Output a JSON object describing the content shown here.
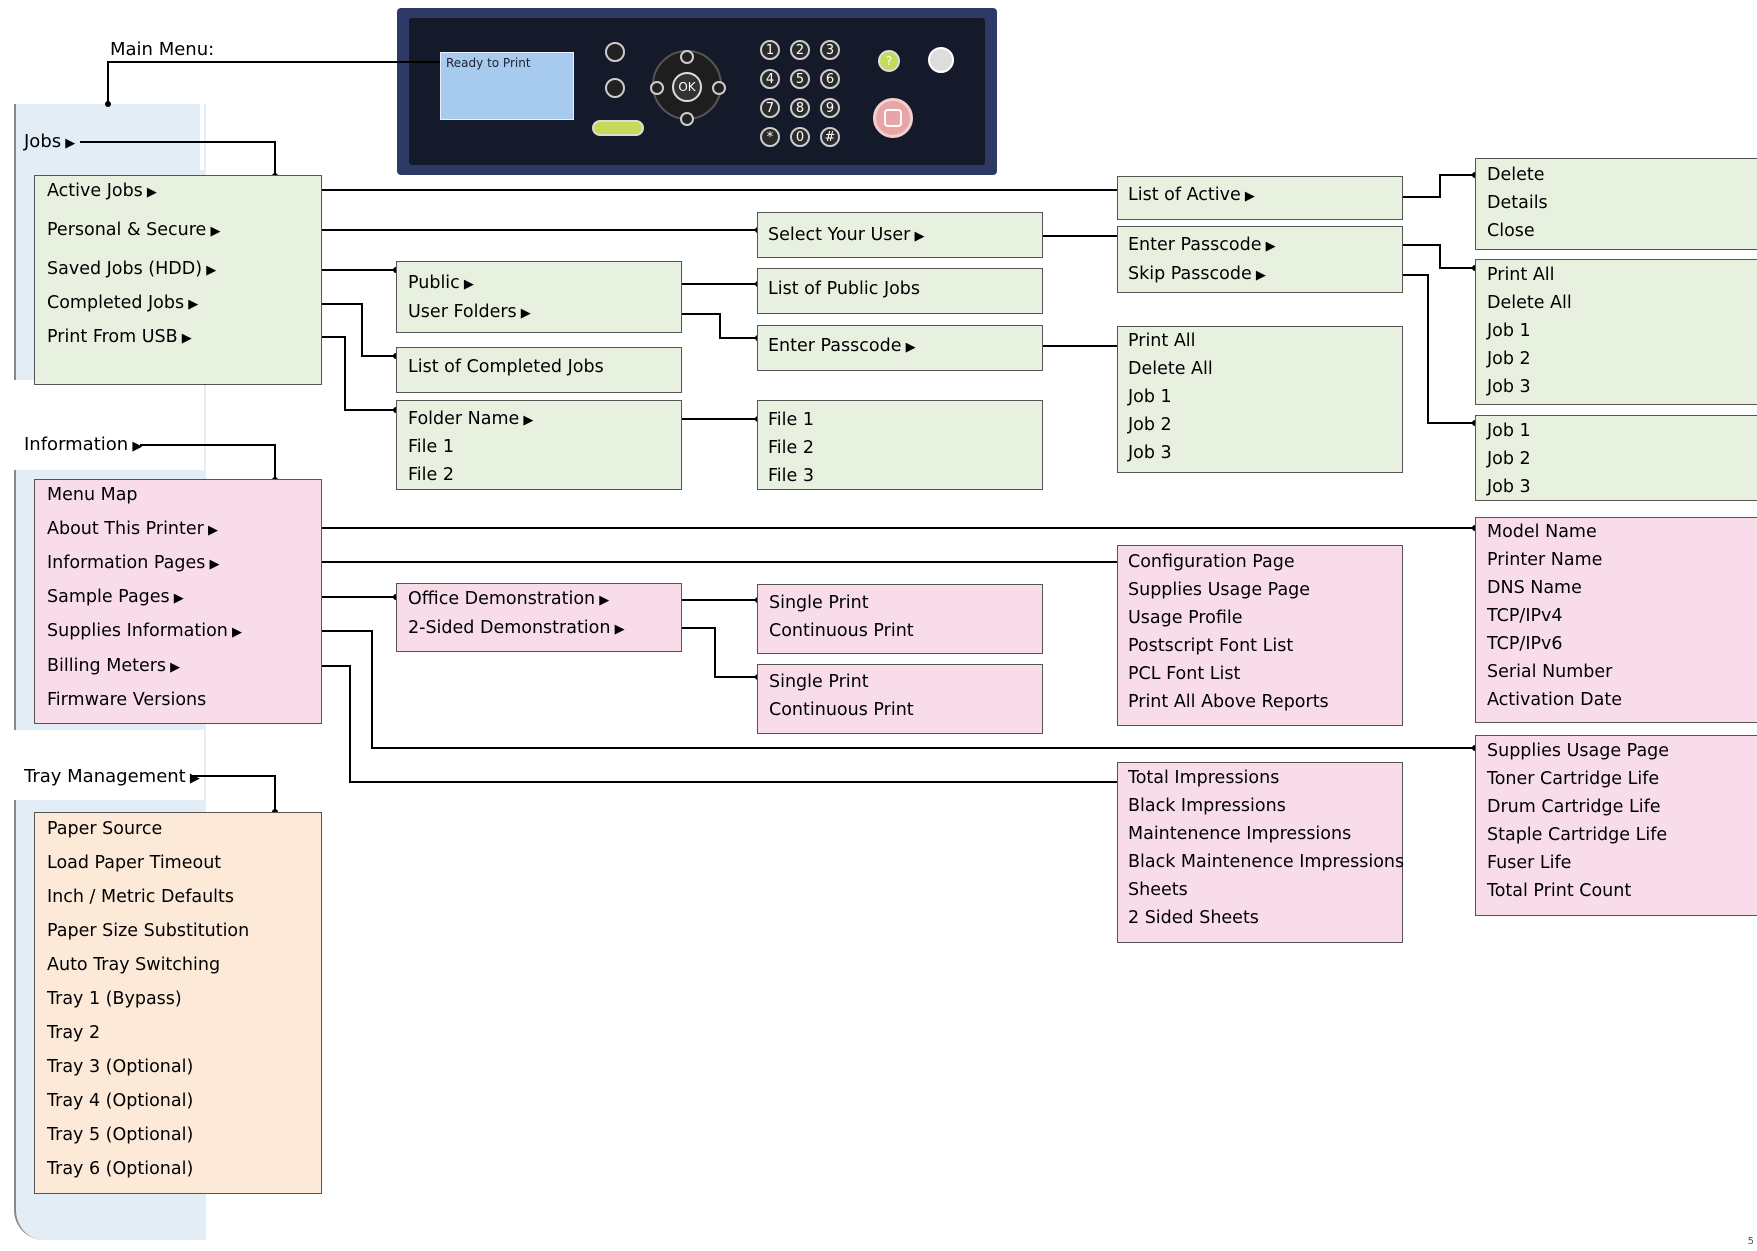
{
  "title": "Main Menu:",
  "lcd_text": "Ready to Print",
  "keypad": [
    "1",
    "2",
    "3",
    "4",
    "5",
    "6",
    "7",
    "8",
    "9",
    "*",
    "0",
    "#"
  ],
  "ok_label": "OK",
  "help_label": "?",
  "sections": {
    "jobs": "Jobs",
    "information": "Information",
    "tray": "Tray Management"
  },
  "jobs_menu": [
    "Active Jobs",
    "Personal & Secure",
    "Saved Jobs (HDD)",
    "Completed Jobs",
    "Print From USB"
  ],
  "saved_jobs_menu": [
    "Public",
    "User Folders"
  ],
  "completed_jobs_menu": [
    "List of Completed Jobs"
  ],
  "usb_menu": [
    "Folder Name",
    "File 1",
    "File 2"
  ],
  "select_user_menu": [
    "Select Your User"
  ],
  "public_jobs_menu": [
    "List of Public Jobs"
  ],
  "user_folder_passcode_menu": [
    "Enter Passcode"
  ],
  "usb_files_menu": [
    "File 1",
    "File 2",
    "File 3"
  ],
  "active_list_menu": [
    "List of Active"
  ],
  "passcode_menu": [
    "Enter Passcode",
    "Skip Passcode"
  ],
  "folder_jobs_menu": [
    "Print All",
    "Delete All",
    "Job 1",
    "Job 2",
    "Job 3"
  ],
  "active_actions_menu": [
    "Delete",
    "Details",
    "Close"
  ],
  "secure_jobs_menu": [
    "Print All",
    "Delete All",
    "Job 1",
    "Job 2",
    "Job 3"
  ],
  "skip_jobs_menu": [
    "Job 1",
    "Job 2",
    "Job 3"
  ],
  "information_menu": [
    "Menu Map",
    "About This Printer",
    "Information Pages",
    "Sample Pages",
    "Supplies Information",
    "Billing Meters",
    "Firmware Versions"
  ],
  "sample_pages_menu": [
    "Office Demonstration",
    "2-Sided Demonstration"
  ],
  "office_demo_menu": [
    "Single Print",
    "Continuous Print"
  ],
  "twosided_demo_menu": [
    "Single Print",
    "Continuous Print"
  ],
  "info_pages_menu": [
    "Configuration Page",
    "Supplies Usage Page",
    "Usage Profile",
    "Postscript Font List",
    "PCL Font List",
    "Print All Above Reports"
  ],
  "billing_meters_menu": [
    "Total Impressions",
    "Black Impressions",
    "Maintenence Impressions",
    "Black Maintenence Impressions",
    "Sheets",
    "2 Sided Sheets"
  ],
  "about_printer_menu": [
    "Model Name",
    "Printer Name",
    "DNS Name",
    "TCP/IPv4",
    "TCP/IPv6",
    "Serial Number",
    "Activation Date"
  ],
  "supplies_info_menu": [
    "Supplies Usage Page",
    "Toner Cartridge Life",
    "Drum Cartridge Life",
    "Staple Cartridge Life",
    "Fuser Life",
    "Total Print Count"
  ],
  "tray_menu": [
    "Paper Source",
    "Load Paper Timeout",
    "Inch / Metric Defaults",
    "Paper Size Substitution",
    "Auto Tray Switching",
    "Tray 1 (Bypass)",
    "Tray 2",
    "Tray 3 (Optional)",
    "Tray 4 (Optional)",
    "Tray 5 (Optional)",
    "Tray 6 (Optional)"
  ],
  "page_mark": "5",
  "colors": {
    "green": "#e8f1e0",
    "pink": "#f8dcea",
    "peach": "#fde9d7",
    "spine": "#e3edf5",
    "panel": "#2d3a66",
    "lcd": "#a6cbee"
  }
}
